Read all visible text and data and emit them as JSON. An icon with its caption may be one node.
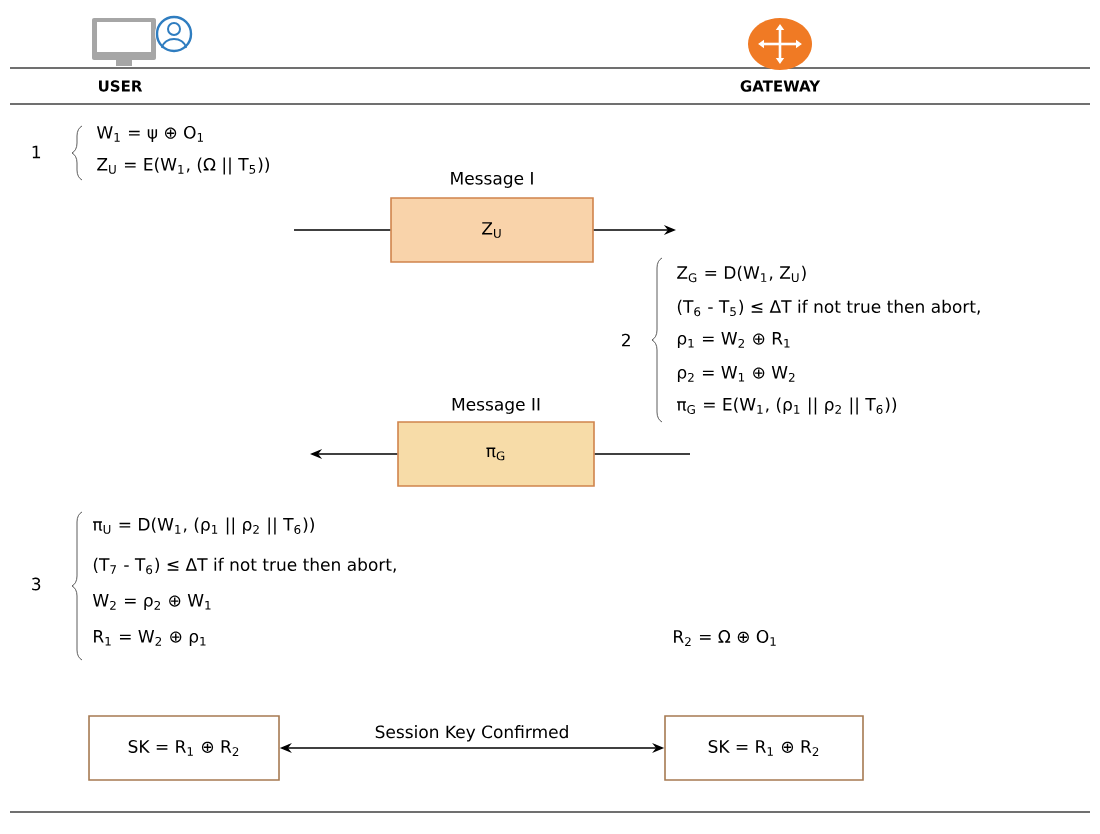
{
  "diagram": {
    "nodes": [
      {
        "text": [
          "Message I",
          "Z$_{U}$"
        ]
      },
      {
        "text": [
          "Message II",
          "π$_{G}$"
        ]
      },
      {
        "text": [
          "SK = R$_{1}$ ⊕ R$_{2}$"
        ]
      },
      {
        "text": [
          "SK = R$_{1}$ ⊕ R$_{2}$"
        ]
      }
    ],
    "edges": [
      {
        "from": null,
        "to": 0,
        "arrow": "none"
      },
      {
        "from": 0,
        "to": null,
        "arrow": "to"
      },
      {
        "from": null,
        "to": 1,
        "arrow": "none"
      },
      {
        "from": 1,
        "to": null,
        "arrow": "to"
      },
      {
        "from": 2,
        "to": 3,
        "arrow": "both",
        "label": "Session Key Confirmed"
      }
    ],
    "labels": [
      "USER",
      "GATEWAY",
      "1",
      "W$_{1}$ = ψ ⊕ O$_{1}$",
      "Z$_{U}$ = E(W$_{1}$, (Ω || T$_{5}$))",
      "2",
      "Z$_{G}$ = D(W$_{1}$, Z$_{U}$)",
      "(T$_{6}$ - T$_{5}$) ≤  ΔT if not true then abort,",
      "ρ$_{1}$ = W$_{2}$ ⊕ R$_{1}$",
      "ρ$_{2}$ = W$_{1}$ ⊕ W$_{2}$",
      "π$_{G}$ = E(W$_{1}$, (ρ$_{1}$ || ρ$_{2}$ || T$_{6}$))",
      "3",
      "π$_{U}$ = D(W$_{1}$, (ρ$_{1}$ || ρ$_{2}$ || T$_{6}$))",
      "(T$_{7}$ - T$_{6}$) ≤  ΔT if not true then abort,",
      "W$_{2}$ = ρ$_{2}$ ⊕ W$_{1}$",
      "R$_{1}$ = W$_{2}$ ⊕ ρ$_{1}$",
      "R$_{2}$ = Ω ⊕ O$_{1}$"
    ]
  }
}
